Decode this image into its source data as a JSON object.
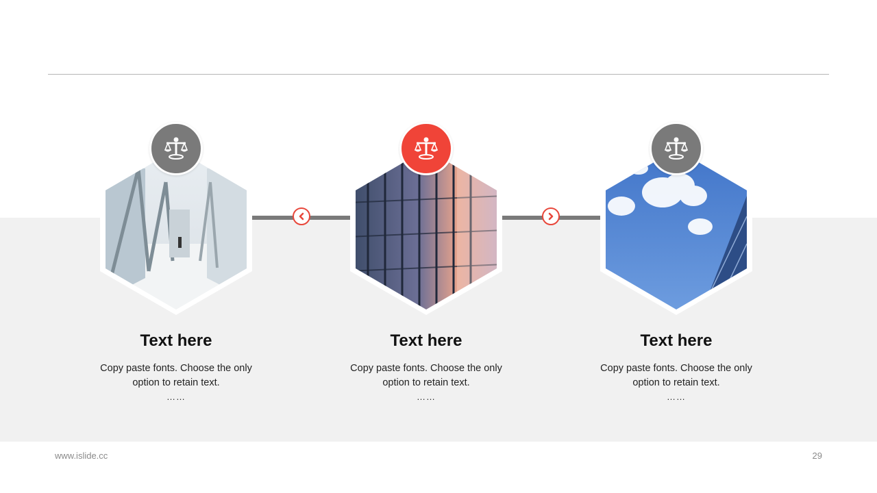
{
  "colors": {
    "accent": "#f04438",
    "neutral": "#7a7a7a",
    "band": "#f1f1f1"
  },
  "steps": [
    {
      "title": "Text here",
      "desc_line1": "Copy paste fonts. Choose the only",
      "desc_line2": "option to retain text.",
      "more": "……",
      "icon": "justice-scale-icon",
      "badge_color": "#7a7a7a",
      "active": false
    },
    {
      "title": "Text here",
      "desc_line1": "Copy paste fonts. Choose the only",
      "desc_line2": "option to retain text.",
      "more": "……",
      "icon": "justice-scale-icon",
      "badge_color": "#f04438",
      "active": true
    },
    {
      "title": "Text here",
      "desc_line1": "Copy paste fonts. Choose the only",
      "desc_line2": "option to retain text.",
      "more": "……",
      "icon": "justice-scale-icon",
      "badge_color": "#7a7a7a",
      "active": false
    }
  ],
  "nav": {
    "prev_icon": "chevron-left-icon",
    "next_icon": "chevron-right-icon"
  },
  "footer": {
    "url": "www.islide.cc",
    "page": "29"
  }
}
